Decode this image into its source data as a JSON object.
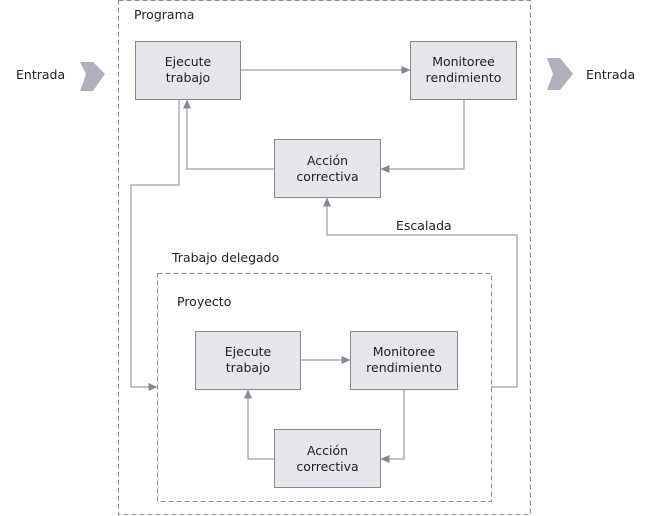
{
  "outer": {
    "title": "Programa"
  },
  "inputs": {
    "left_label": "Entrada",
    "right_label": "Entrada"
  },
  "program": {
    "execute": {
      "line1": "Ejecute",
      "line2": "trabajo"
    },
    "monitor": {
      "line1": "Monitoree",
      "line2": "rendimiento"
    },
    "corrective": {
      "line1": "Acción",
      "line2": "correctiva"
    }
  },
  "escalation_label": "Escalada",
  "delegated": {
    "title": "Trabajo delegado"
  },
  "project": {
    "title": "Proyecto",
    "execute": {
      "line1": "Ejecute",
      "line2": "trabajo"
    },
    "monitor": {
      "line1": "Monitoree",
      "line2": "rendimiento"
    },
    "corrective": {
      "line1": "Acción",
      "line2": "correctiva"
    }
  },
  "colors": {
    "box_fill": "#e7e4ea",
    "line": "#8a8594",
    "input_arrow": "#b3aebb"
  }
}
